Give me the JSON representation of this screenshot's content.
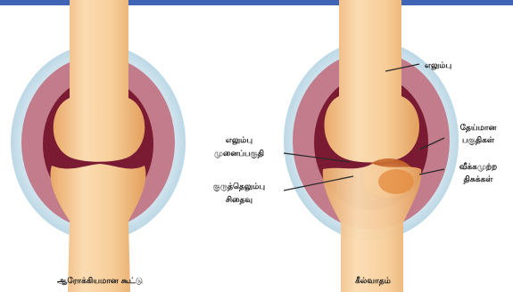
{
  "diagram": {
    "left_caption": "ஆரோக்கியமான கூட்டு",
    "right_caption": "கீல்வாதம்",
    "labels": {
      "bone": "எலும்பு",
      "bone_surface_l1": "எலும்பு",
      "bone_surface_l2": "முனைப்பகுதி",
      "cartilage_l1": "குருத்தெலும்பு",
      "cartilage_l2": "சிதைவு",
      "synovial_l1": "தேய்மான",
      "synovial_l2": "பகுதிகள்",
      "inflamed_l1": "வீக்கமுற்ற",
      "inflamed_l2": "திசுக்கள்"
    },
    "colors": {
      "banner": "#3f63b5",
      "halo": "#cfe4ee",
      "capsule": "#c27c8c",
      "cavity": "#7a1b33",
      "bone": "#f5c58f",
      "bone_light": "#fbe0bd",
      "inflamed": "#e4893d"
    }
  }
}
